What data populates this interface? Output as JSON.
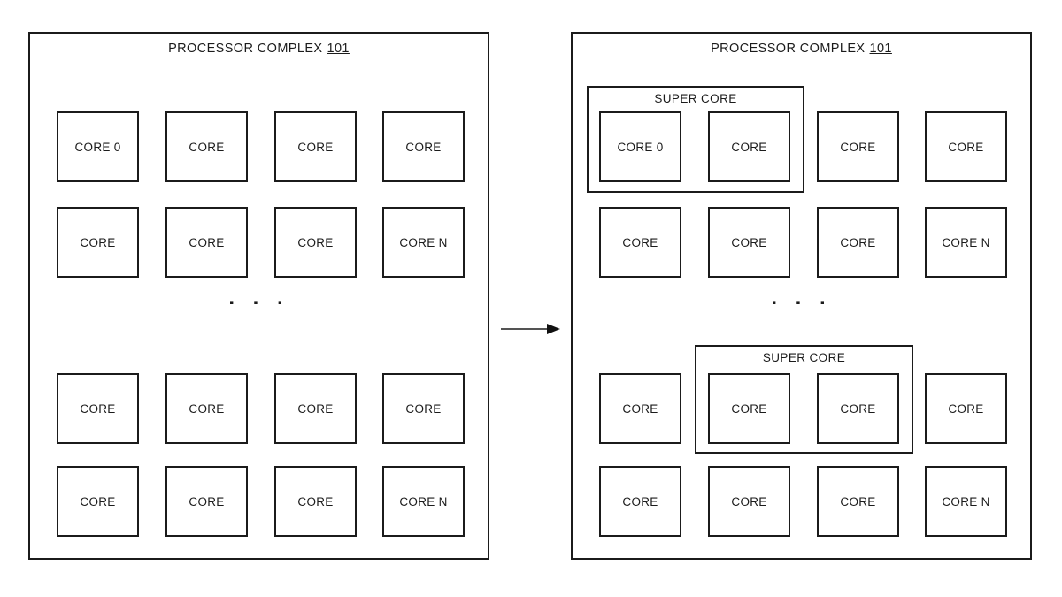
{
  "left_panel": {
    "title": "PROCESSOR COMPLEX",
    "ref_number": "101",
    "ellipsis": ". . .",
    "rows": [
      [
        "CORE 0",
        "CORE",
        "CORE",
        "CORE"
      ],
      [
        "CORE",
        "CORE",
        "CORE",
        "CORE N"
      ],
      [
        "CORE",
        "CORE",
        "CORE",
        "CORE"
      ],
      [
        "CORE",
        "CORE",
        "CORE",
        "CORE N"
      ]
    ]
  },
  "right_panel": {
    "title": "PROCESSOR COMPLEX",
    "ref_number": "101",
    "ellipsis": ". . .",
    "super_cores": [
      {
        "label": "SUPER CORE"
      },
      {
        "label": "SUPER CORE"
      }
    ],
    "rows": [
      [
        "CORE 0",
        "CORE",
        "CORE",
        "CORE"
      ],
      [
        "CORE",
        "CORE",
        "CORE",
        "CORE N"
      ],
      [
        "CORE",
        "CORE",
        "CORE",
        "CORE"
      ],
      [
        "CORE",
        "CORE",
        "CORE",
        "CORE N"
      ]
    ]
  },
  "colors": {
    "line": "#1b1b1b",
    "background": "#ffffff"
  }
}
